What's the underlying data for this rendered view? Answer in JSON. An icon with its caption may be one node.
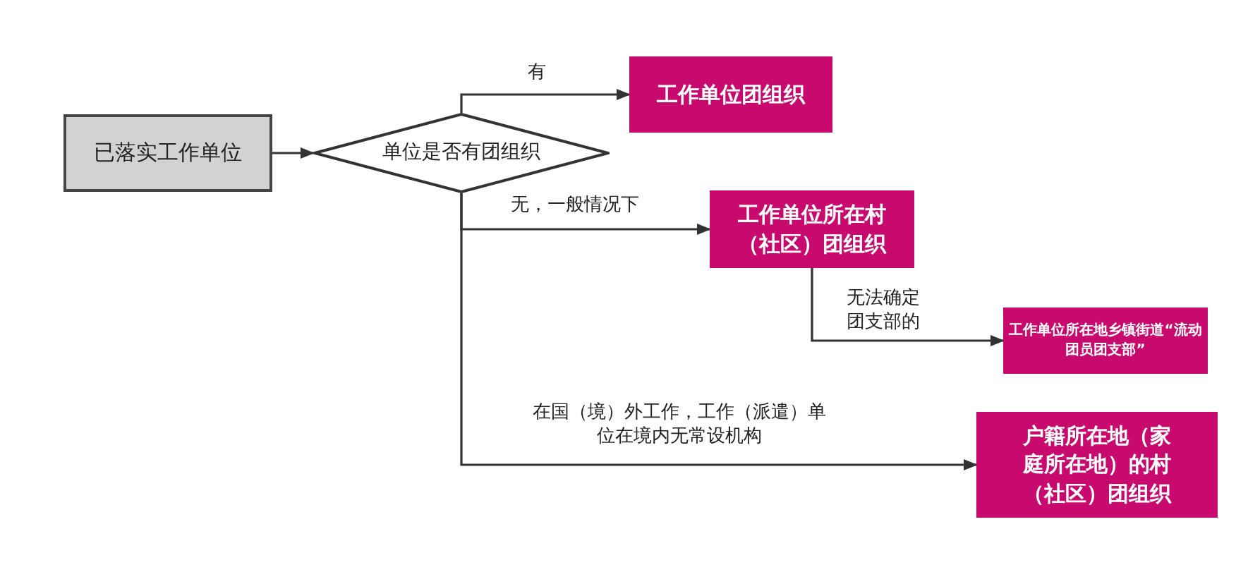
{
  "diagram": {
    "nodes": [
      {
        "text": [
          "已落实工作单位"
        ]
      },
      {
        "text": [
          "单位是否有团组织"
        ]
      },
      {
        "text": [
          "工作单位团组织"
        ]
      },
      {
        "text": [
          "工作单位所在村（社区）团组织"
        ]
      },
      {
        "text": [
          "工作单位所在地乡镇街道“流动团员团支部”"
        ]
      },
      {
        "text": [
          "户籍所在地（家庭所在地）的村（社区）团组织"
        ]
      }
    ],
    "edges": [
      {
        "from": 0,
        "to": 1,
        "arrow": "to"
      },
      {
        "from": 1,
        "to": 2,
        "arrow": "to",
        "label": "有"
      },
      {
        "from": 1,
        "to": 3,
        "arrow": "to",
        "label": "无，一般情况下"
      },
      {
        "from": 3,
        "to": 4,
        "arrow": "to",
        "label": "无法确定团支部的"
      },
      {
        "from": 1,
        "to": 5,
        "arrow": "to",
        "label": "在国（境）外工作，工作（派遣）单位在境内无常设机构"
      }
    ]
  }
}
